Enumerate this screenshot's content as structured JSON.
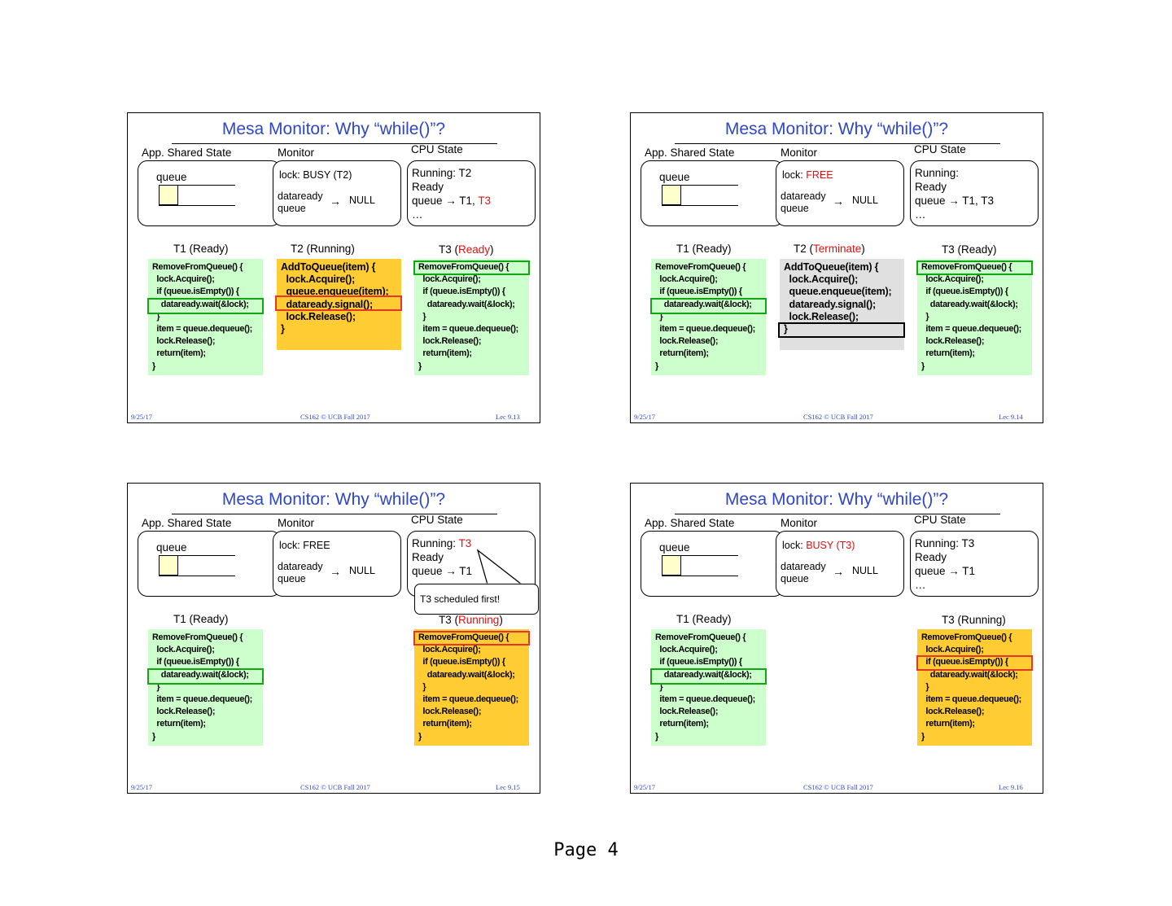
{
  "page_label": "Page 4",
  "slides": [
    {
      "title": "Mesa Monitor: Why “while()”?",
      "labels": {
        "shared": "App. Shared State",
        "monitor": "Monitor",
        "cpu": "CPU State"
      },
      "queue_word": "queue",
      "lock_prefix": "lock: ",
      "lock_value": "BUSY (T2)",
      "dataready": "dataready\nqueue",
      "arrow": "→",
      "null": "NULL",
      "cpu_running": "Running: T2",
      "cpu_running_red": "",
      "cpu_ready": "Ready",
      "cpu_queue": "queue → T1, ",
      "cpu_queue_red": "T3",
      "cpu_more": "…",
      "t1": "T1 (Ready)",
      "t2_prefix": "T2 (",
      "t2_state": "Running",
      "t2_suffix": ")",
      "t3_prefix": "T3 (",
      "t3_state": "Ready",
      "t3_suffix": ")",
      "footer_date": "9/25/17",
      "footer_course": "CS162 © UCB Fall 2017",
      "footer_lec": "Lec 9.13"
    },
    {
      "title": "Mesa Monitor: Why “while()”?",
      "labels": {
        "shared": "App. Shared State",
        "monitor": "Monitor",
        "cpu": "CPU State"
      },
      "queue_word": "queue",
      "lock_prefix": "lock: ",
      "lock_value": "FREE",
      "dataready": "dataready\nqueue",
      "arrow": "→",
      "null": "NULL",
      "cpu_running": "Running:",
      "cpu_ready": "Ready",
      "cpu_queue": "queue → T1, T3",
      "cpu_more": "…",
      "t1": "T1 (Ready)",
      "t2_prefix": "T2 (",
      "t2_state": "Terminate",
      "t2_suffix": ")",
      "t3": "T3 (Ready)",
      "footer_date": "9/25/17",
      "footer_course": "CS162 © UCB Fall 2017",
      "footer_lec": "Lec 9.14"
    },
    {
      "title": "Mesa Monitor: Why “while()”?",
      "labels": {
        "shared": "App. Shared State",
        "monitor": "Monitor",
        "cpu": "CPU State"
      },
      "queue_word": "queue",
      "lock_prefix": "lock: ",
      "lock_value": "FREE",
      "dataready": "dataready\nqueue",
      "arrow": "→",
      "null": "NULL",
      "cpu_running": "Running: ",
      "cpu_running_red": "T3",
      "cpu_ready": "Ready",
      "cpu_queue": "queue → T1",
      "callout": "T3 scheduled first!",
      "t1": "T1 (Ready)",
      "t3_prefix": "T3 (",
      "t3_state": "Running",
      "t3_suffix": ")",
      "footer_date": "9/25/17",
      "footer_course": "CS162 © UCB Fall 2017",
      "footer_lec": "Lec 9.15"
    },
    {
      "title": "Mesa Monitor: Why “while()”?",
      "labels": {
        "shared": "App. Shared State",
        "monitor": "Monitor",
        "cpu": "CPU State"
      },
      "queue_word": "queue",
      "lock_prefix": "lock: ",
      "lock_value": "BUSY (T3)",
      "dataready": "dataready\nqueue",
      "arrow": "→",
      "null": "NULL",
      "cpu_running": "Running: T3",
      "cpu_ready": "Ready",
      "cpu_queue": "queue → T1",
      "cpu_more": "…",
      "t1": "T1 (Ready)",
      "t3": "T3 (Running)",
      "footer_date": "9/25/17",
      "footer_course": "CS162 © UCB Fall 2017",
      "footer_lec": "Lec 9.16"
    }
  ],
  "code": {
    "remove": "RemoveFromQueue() {\n  lock.Acquire();\n  if (queue.isEmpty()) {\n    dataready.wait(&lock);\n  }\n  item = queue.dequeue();\n  lock.Release();\n  return(item);\n}",
    "add": "AddToQueue(item) {\n  lock.Acquire();\n  queue.enqueue(item);\n  dataready.signal();\n  lock.Release();\n}"
  },
  "colors": {
    "title_blue": "#2f47c7",
    "highlight_red": "#e01010",
    "code_green": "#ccffcc",
    "code_orange": "#ffcc33",
    "code_gray": "#e0e0e0",
    "queue_cell": "#ffffcc"
  }
}
